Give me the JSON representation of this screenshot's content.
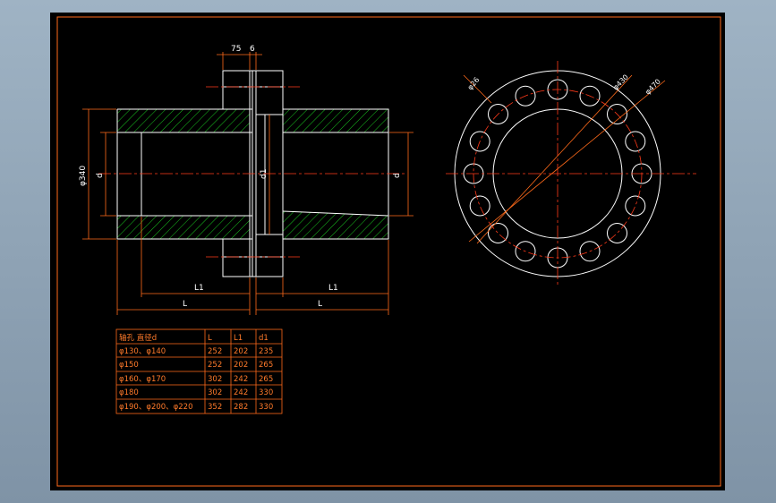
{
  "colors": {
    "background": "#000000",
    "frame": "#ff6a1a",
    "outline": "#ffffff",
    "hatch": "#19c21f",
    "centerline": "#ff3a1a",
    "dimension": "#ff6a1a",
    "text": "#ffffff"
  },
  "section_view": {
    "dim_75": "75",
    "dim_6": "6",
    "dim_phi340": "φ340",
    "dim_d_left": "d",
    "dim_d1": "d1",
    "dim_d_right": "d",
    "dim_L1_left": "L1",
    "dim_L_left": "L",
    "dim_L1_right": "L1",
    "dim_L_right": "L"
  },
  "end_view": {
    "label_top": "φ26",
    "label_mid": "φ430",
    "label_right": "φ470"
  },
  "table": {
    "headers": [
      "轴孔 直径d",
      "L",
      "L1",
      "d1"
    ],
    "rows": [
      [
        "φ130、φ140",
        "252",
        "202",
        "235"
      ],
      [
        "φ150",
        "252",
        "202",
        "265"
      ],
      [
        "φ160、φ170",
        "302",
        "242",
        "265"
      ],
      [
        "φ180",
        "302",
        "242",
        "330"
      ],
      [
        "φ190、φ200、φ220",
        "352",
        "282",
        "330"
      ]
    ]
  }
}
